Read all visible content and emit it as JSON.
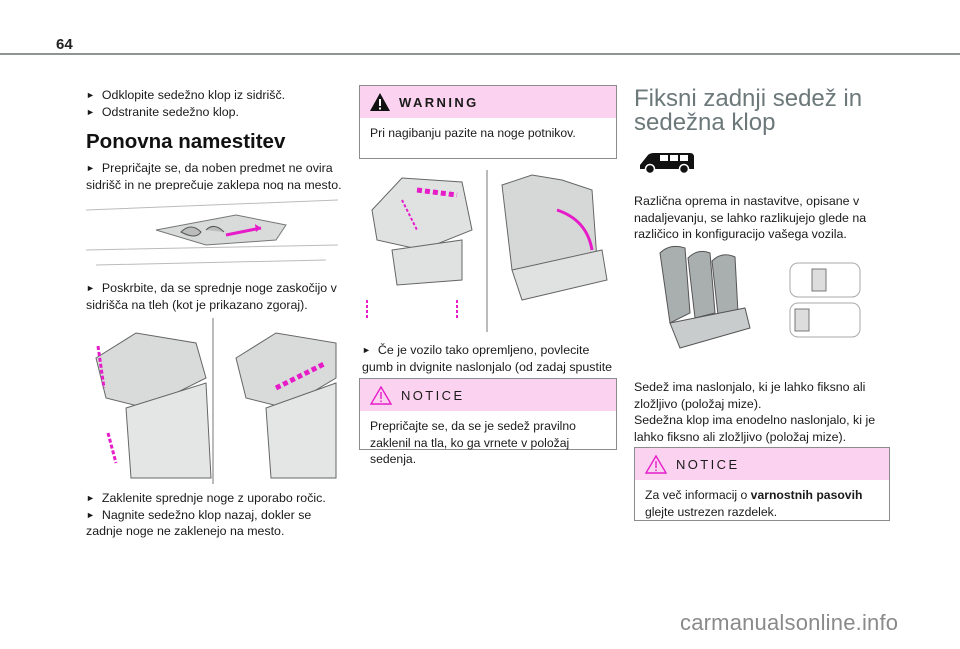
{
  "page": {
    "number": "64"
  },
  "left": {
    "steps_top": [
      "Odklopite sedežno klop iz sidrišč.",
      "Odstranite sedežno klop."
    ],
    "heading": "Ponovna namestitev",
    "step_1": "Prepričajte se, da noben predmet ne ovira sidrišč in ne preprečuje zaklepa nog na mesto.",
    "step_2": "Poskrbite, da se sprednje noge zaskočijo v sidrišča na tleh (kot je prikazano zgoraj).",
    "step_3": "Zaklenite sprednje noge z uporabo ročic.",
    "step_4": "Nagnite sedežno klop nazaj, dokler se zadnje noge ne zaklenejo na mesto.",
    "bullet_icon": "triangle-right-icon"
  },
  "middle": {
    "warning": {
      "title": "WARNING",
      "text": "Pri nagibanju pazite na noge potnikov.",
      "icon": "warning-filled-icon"
    },
    "step": "Če je vozilo tako opremljeno, povlecite gumb in dvignite naslonjalo (od zadaj spustite ročico).",
    "notice": {
      "title": "NOTICE",
      "text": "Prepričajte se, da se je sedež pravilno zaklenil na tla, ko ga vrnete v položaj sedenja.",
      "icon": "warning-outline-icon"
    }
  },
  "right": {
    "heading_line1": "Fiksni zadnji sedež in",
    "heading_line2": "sedežna klop",
    "van_icon": "van-icon",
    "intro": "Različna oprema in nastavitve, opisane v nadaljevanju, se lahko razlikujejo glede na različico in konfiguracijo vašega vozila.",
    "para1": "Sedež ima naslonjalo, ki je lahko fiksno ali zložljivo (položaj mize).",
    "para2": "Sedežna klop ima enodelno naslonjalo, ki je lahko fiksno ali zložljivo (položaj mize).",
    "notice": {
      "title": "NOTICE",
      "text_before": "Za več informacij o ",
      "text_bold": "varnostnih pasovih",
      "text_after": " glejte ustrezen razdelek.",
      "icon": "warning-outline-icon"
    }
  },
  "watermark": "carmanualsonline.info",
  "colors": {
    "box_header": "#fbd3f0",
    "accent_magenta": "#e61cc8",
    "heading_gray": "#6c7879"
  }
}
